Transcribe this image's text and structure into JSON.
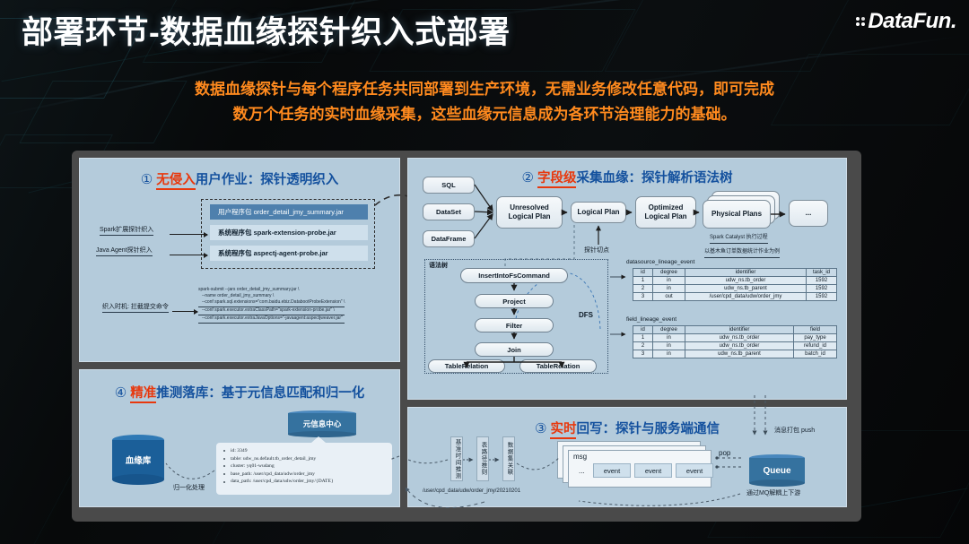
{
  "header": {
    "title": "部署环节-数据血缘探针织入式部署",
    "logo_text": "DataFun.",
    "logo_icon": "datafun-logo-dots",
    "subtitle_line1": "数据血缘探针与每个程序任务共同部署到生产环境，无需业务修改任意代码，即可完成",
    "subtitle_line2": "数万个任务的实时血缘采集，这些血缘元信息成为各环节治理能力的基础。",
    "accent_orange": "#ff8a1e",
    "title_color": "#ffffff"
  },
  "colors": {
    "panel_bg": "#b4cbdb",
    "board_bg": "#4a4a4a",
    "title_blue": "#14519e",
    "highlight_red": "#e8380d",
    "cylinder_blue": "#1b5f99"
  },
  "panel1": {
    "number": "①",
    "title_highlight": "无侵入",
    "title_rest": "用户作业：探针透明织入",
    "labels": {
      "spark_weave": "Spark扩展探针织入",
      "java_agent_weave": "Java Agent探针织入",
      "timing": "织入时机: 拦截提交命令"
    },
    "stack": [
      {
        "prefix": "用户程序包",
        "name": "order_detail_jmy_summary.jar",
        "kind": "user"
      },
      {
        "prefix": "系统程序包",
        "name": "spark-extension-probe.jar",
        "kind": "system"
      },
      {
        "prefix": "系统程序包",
        "name": "aspectj-agent-probe.jar",
        "kind": "system"
      }
    ],
    "command_lines": [
      "spark-submit --jars order_detail_jmy_summary.jar \\",
      "--name order_detail_jmy_summary \\",
      "--conf spark.sql.extensions=\"com.baidu.ebiz.DatabootProbeExtension\" \\",
      "--conf spark.executor.extraClassPath=\"spark-extension-probe.jar\" \\",
      "--conf spark.executor.extraJavaOptions=\"-javaagent:aspectjweaver.jar\""
    ]
  },
  "panel2": {
    "number": "②",
    "title_highlight": "字段级",
    "title_rest": "采集血缘：探针解析语法树",
    "sources": [
      "SQL",
      "DataSet",
      "DataFrame"
    ],
    "flow": [
      "Unresolved Logical Plan",
      "Logical Plan",
      "Optimized Logical Plan",
      "Physical Plans",
      "..."
    ],
    "flow_note": "Spark Catalyst 执行过程",
    "probe_point": "探针切点",
    "example_note": "以基木鱼订单数据统计作业为例",
    "syntax_tree_label": "语法树",
    "dfs_label": "DFS",
    "tree_nodes": [
      "InsertIntoFsCommand",
      "Project",
      "Filter",
      "Join"
    ],
    "tree_leaves": [
      "TableRelation",
      "TableRelation"
    ],
    "table1": {
      "caption": "datasource_lineage_event",
      "headers": [
        "id",
        "degree",
        "identifier",
        "task_id"
      ],
      "rows": [
        [
          "1",
          "in",
          "udw_ns.tb_order",
          "1592"
        ],
        [
          "2",
          "in",
          "udw_ns.tb_parent",
          "1592"
        ],
        [
          "3",
          "out",
          "/user/cpd_data/udw/order_jmy",
          "1592"
        ]
      ]
    },
    "table2": {
      "caption": "field_lineage_event",
      "headers": [
        "id",
        "degree",
        "identifier",
        "field"
      ],
      "rows": [
        [
          "1",
          "in",
          "udw_ns.tb_order",
          "pay_type"
        ],
        [
          "2",
          "in",
          "udw_ns.tb_order",
          "refund_id"
        ],
        [
          "3",
          "in",
          "udw_ns.tb_parent",
          "batch_id"
        ]
      ]
    }
  },
  "panel3": {
    "number": "③",
    "title_highlight": "实时",
    "title_rest": "回写：探针与服务端通信",
    "push_label": "消息打包 push",
    "pop_label": "pop",
    "queue_label": "Queue",
    "mq_note": "通过MQ解耦上下游",
    "path_text": "/user/cpd_data/udw/order_jmy/20210201",
    "vertical_labels": [
      "基准时间推测",
      "表路径推则",
      "数据集关联"
    ],
    "msg_label": "msg",
    "ellipsis": "...",
    "events": [
      "event",
      "event",
      "event"
    ]
  },
  "panel4": {
    "number": "④",
    "title_highlight": "精准",
    "title_rest": "推测落库：基于元信息匹配和归一化",
    "meta_center": "元信息中心",
    "lineage_store": "血缘库",
    "normalize_label": "归一化处理",
    "info_items": [
      "id: 3349",
      "table: udw_ns.default.tb_order_detail_jmy",
      "cluster: yq01-wudang",
      "base_path: /user/cpd_data/udw/order_jmy",
      "data_path: /user/cpd_data/udw/order_jmy/{DATE}"
    ]
  }
}
